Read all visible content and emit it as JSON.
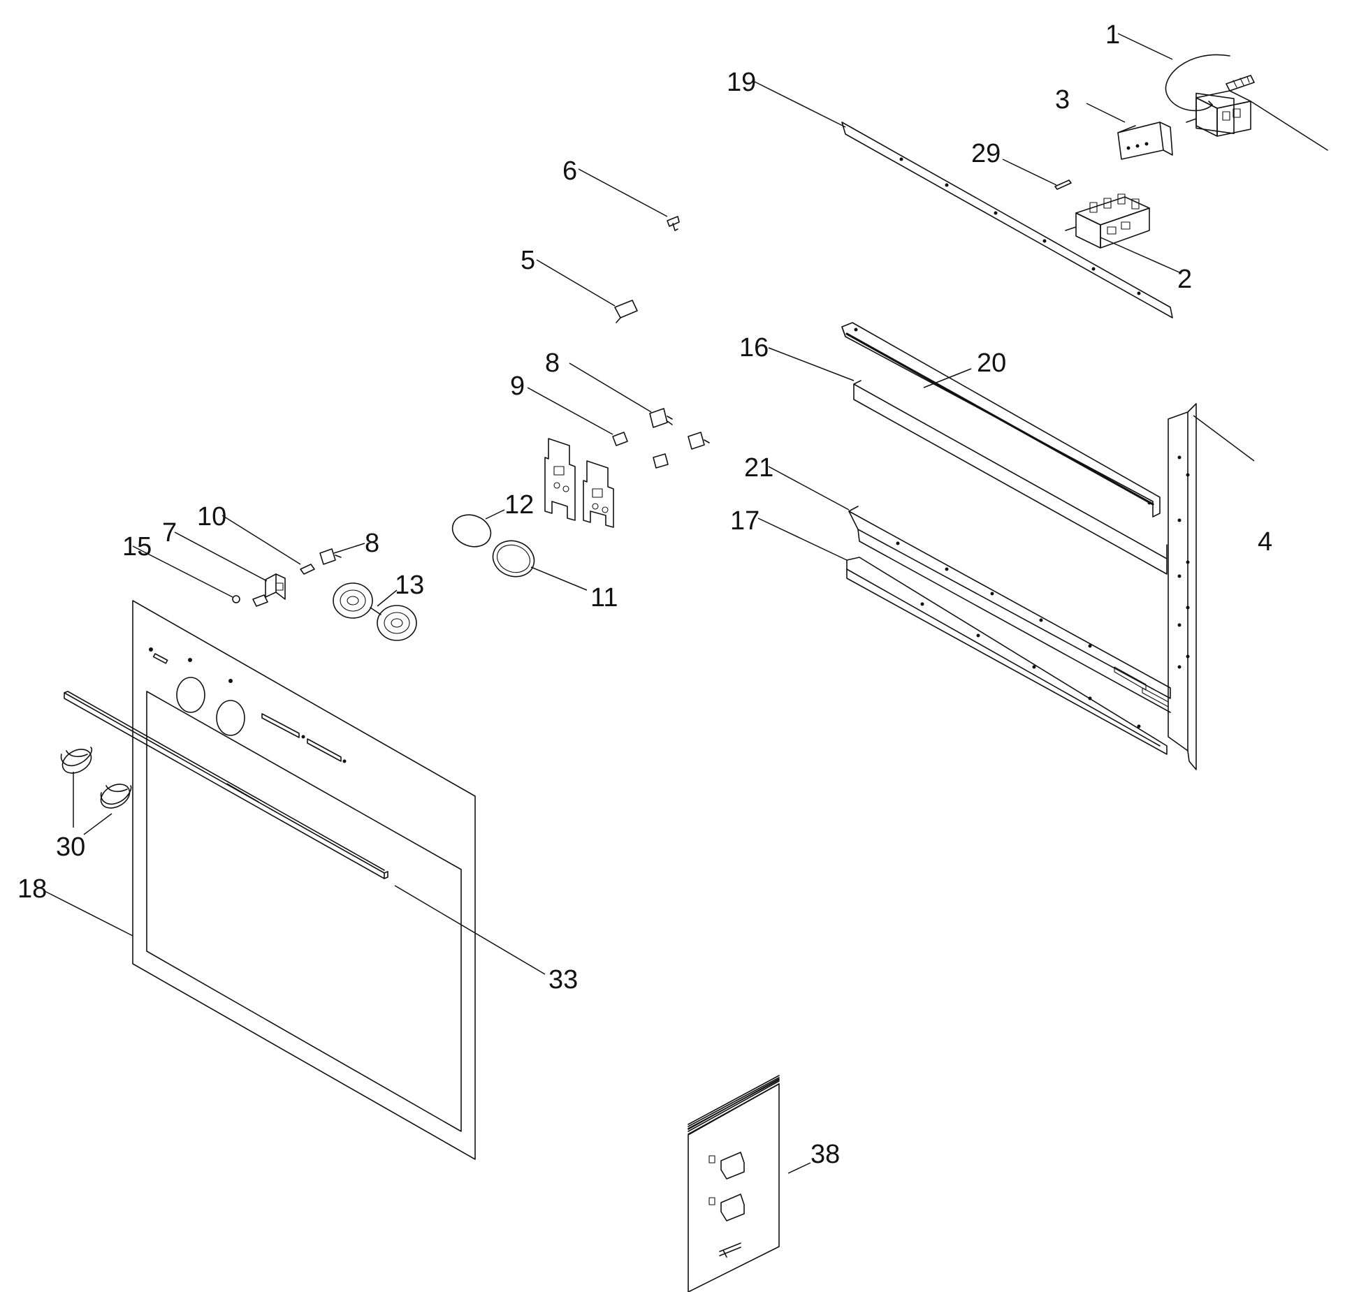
{
  "diagram": {
    "colors": {
      "ink": "#111111",
      "background": "#ffffff"
    },
    "callouts": {
      "c1": "1",
      "c2": "2",
      "c3": "3",
      "c4": "4",
      "c5": "5",
      "c6": "6",
      "c7": "7",
      "c8a": "8",
      "c8b": "8",
      "c9": "9",
      "c10": "10",
      "c11": "11",
      "c12": "12",
      "c13": "13",
      "c15": "15",
      "c16": "16",
      "c17": "17",
      "c18": "18",
      "c19": "19",
      "c20": "20",
      "c21": "21",
      "c29": "29",
      "c30": "30",
      "c33": "33",
      "c38": "38"
    }
  }
}
